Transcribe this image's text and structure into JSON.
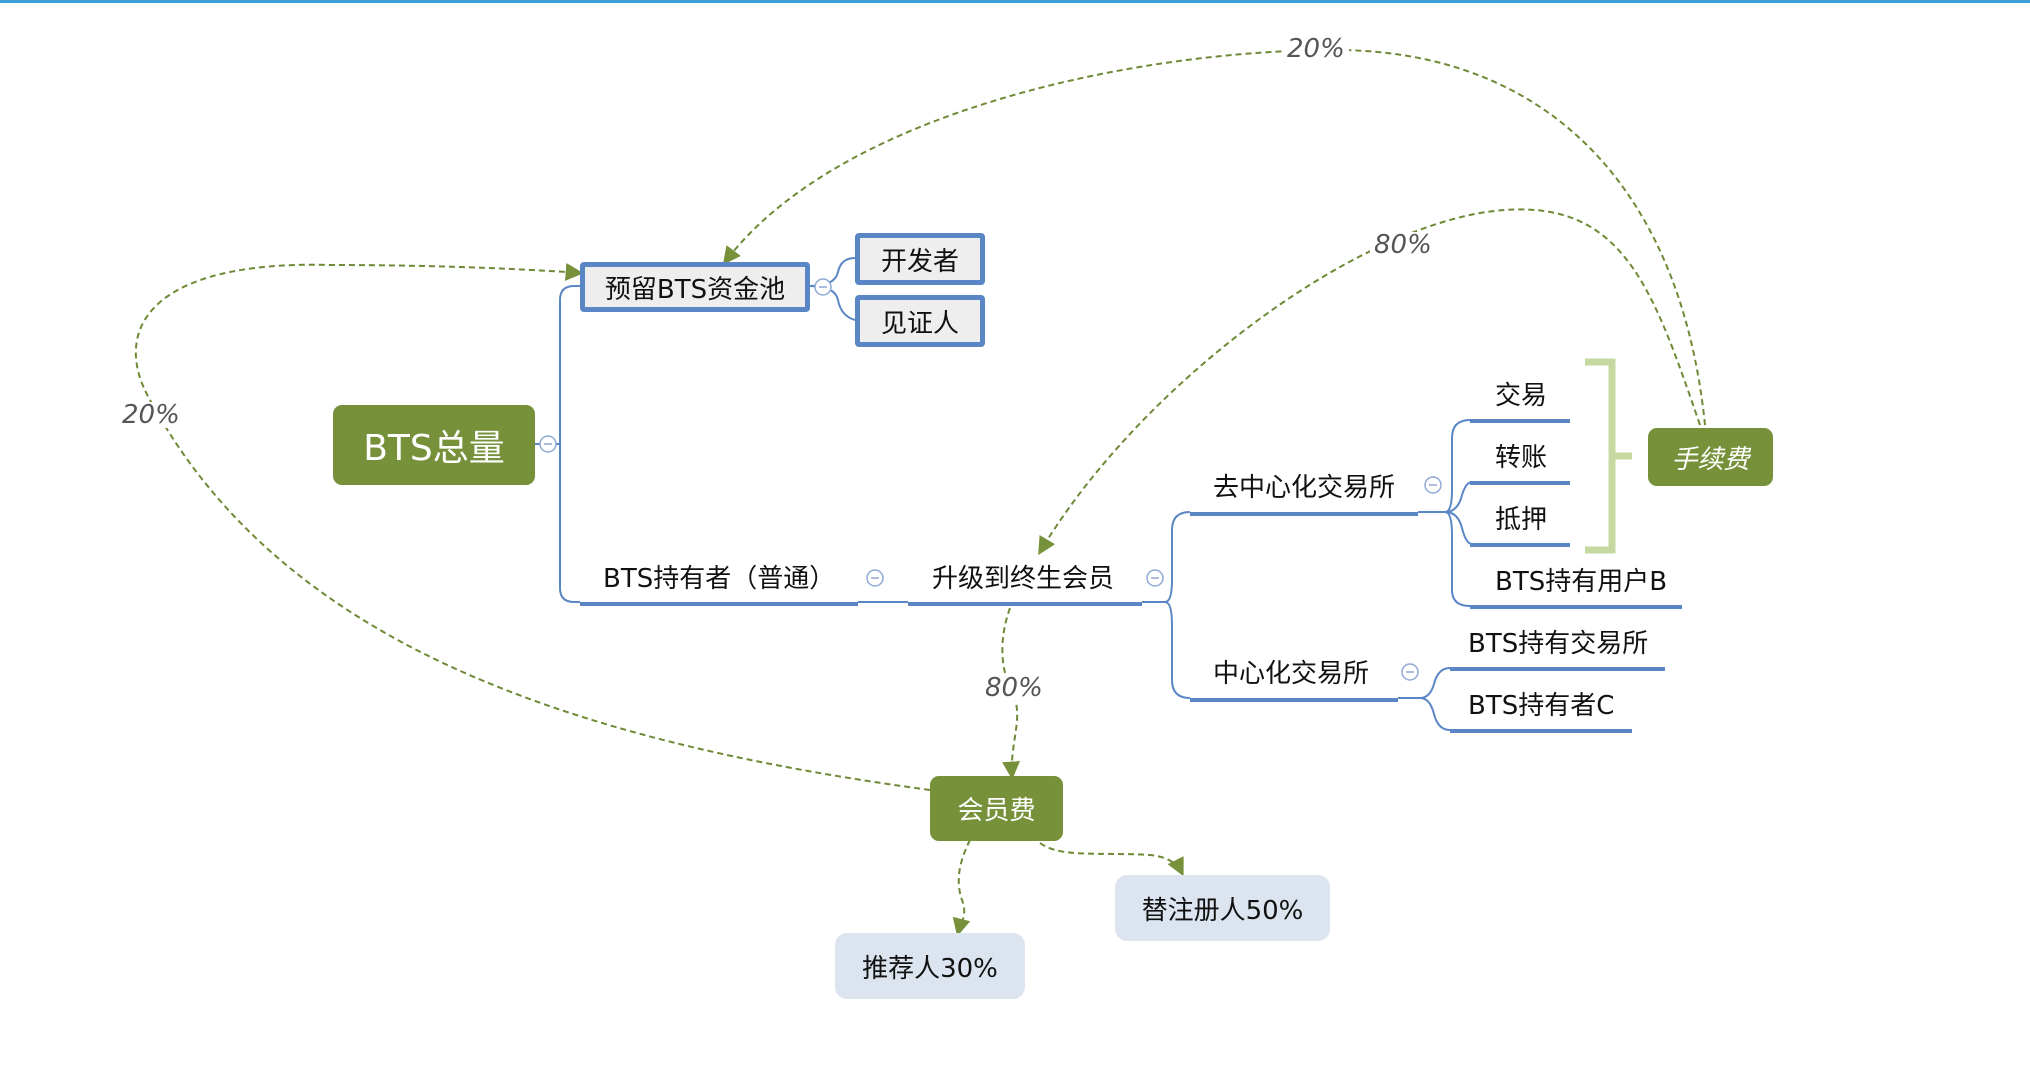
{
  "root": {
    "label": "BTS总量"
  },
  "reserve_pool": {
    "label": "预留BTS资金池",
    "children": [
      "开发者",
      "见证人"
    ]
  },
  "holder": {
    "label": "BTS持有者（普通）"
  },
  "upgrade": {
    "label": "升级到终生会员"
  },
  "dex": {
    "label": "去中心化交易所",
    "children": [
      "交易",
      "转账",
      "抵押",
      "BTS持有用户B"
    ]
  },
  "cex": {
    "label": "中心化交易所",
    "children": [
      "BTS持有交易所",
      "BTS持有者C"
    ]
  },
  "fee": {
    "label": "手续费"
  },
  "member_fee": {
    "label": "会员费"
  },
  "referrer": {
    "label": "推荐人30%"
  },
  "registrar": {
    "label": "替注册人50%"
  },
  "percent_labels": {
    "fee_to_pool": "20%",
    "fee_to_upgrade": "80%",
    "member_to_pool": "20%",
    "upgrade_to_member": "80%"
  },
  "colors": {
    "accent_green": "#76913a",
    "branch_blue": "#5b86c5",
    "bracket_green": "#c5d9a0",
    "pale_box": "#dbe4ef"
  }
}
